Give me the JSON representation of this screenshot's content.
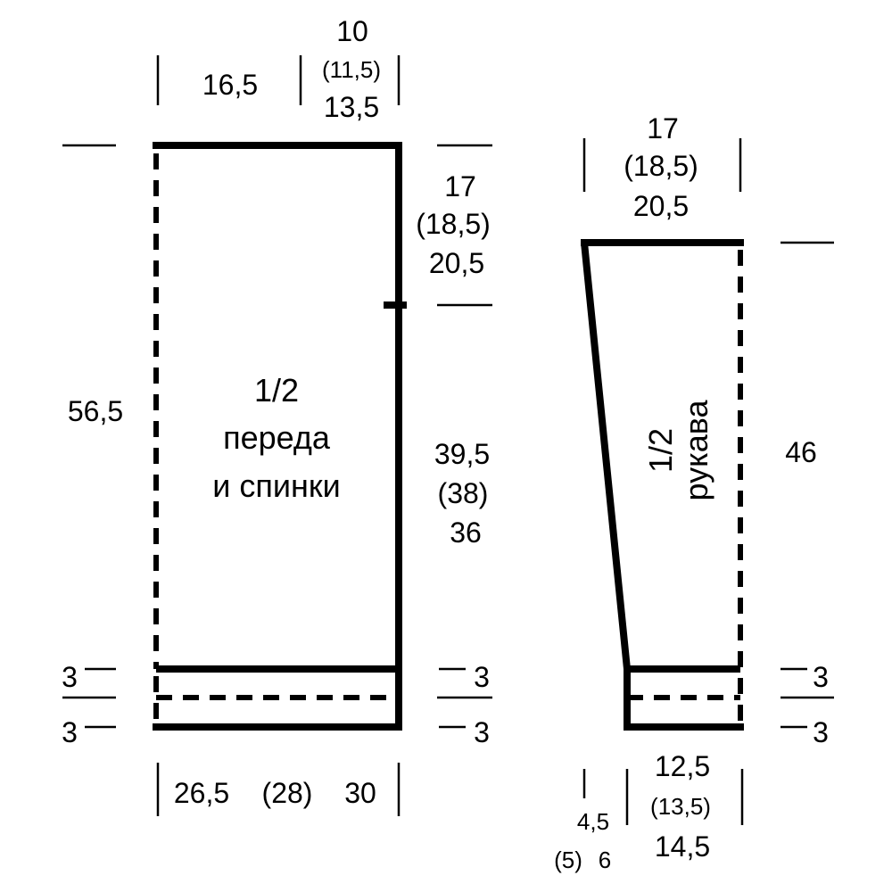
{
  "body_piece": {
    "title_line1": "1/2",
    "title_line2": "переда",
    "title_line3": "и спинки",
    "shoulder_width": "16,5",
    "neck_width": {
      "a": "10",
      "b": "(11,5)",
      "c": "13,5"
    },
    "armhole_depth": {
      "a": "17",
      "b": "(18,5)",
      "c": "20,5"
    },
    "side_length": {
      "a": "39,5",
      "b": "(38)",
      "c": "36"
    },
    "total_length": "56,5",
    "rib_left_top": "3",
    "rib_left_bottom": "3",
    "rib_right_top": "3",
    "rib_right_bottom": "3",
    "bottom_width": {
      "a": "26,5",
      "b": "(28)",
      "c": "30"
    }
  },
  "sleeve_piece": {
    "title_line1": "1/2",
    "title_line2": "рукава",
    "top_width": {
      "a": "17",
      "b": "(18,5)",
      "c": "20,5"
    },
    "length": "46",
    "rib_top": "3",
    "rib_bottom": "3",
    "cuff_width": {
      "a": "12,5",
      "b": "(13,5)",
      "c": "14,5"
    },
    "increase": {
      "a": "4,5",
      "b": "(5)",
      "c": "6"
    }
  }
}
